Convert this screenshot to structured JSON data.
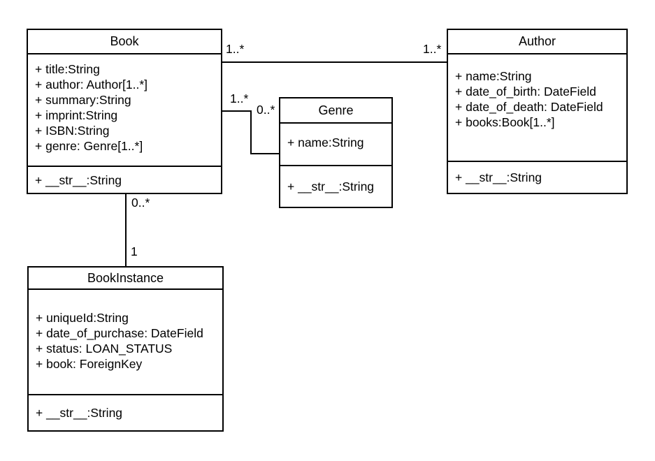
{
  "diagram": {
    "background_color": "#ffffff",
    "line_color": "#000000",
    "text_color": "#000000",
    "classes": [
      {
        "name": "Book",
        "attributes": [
          "+ title:String",
          "+ author: Author[1..*]",
          "+ summary:String",
          "+ imprint:String",
          "+ ISBN:String",
          "+ genre: Genre[1..*]"
        ],
        "methods": [
          "+ __str__:String"
        ]
      },
      {
        "name": "Author",
        "attributes": [
          "+ name:String",
          "+ date_of_birth: DateField",
          "+ date_of_death: DateField",
          "+ books:Book[1..*]"
        ],
        "methods": [
          "+ __str__:String"
        ]
      },
      {
        "name": "Genre",
        "attributes": [
          "+ name:String"
        ],
        "methods": [
          "+ __str__:String"
        ]
      },
      {
        "name": "BookInstance",
        "attributes": [
          "+ uniqueId:String",
          "+ date_of_purchase: DateField",
          "+ status: LOAN_STATUS",
          "+ book: ForeignKey"
        ],
        "methods": [
          "+ __str__:String"
        ]
      }
    ],
    "relationships": [
      {
        "from": "Book",
        "to": "Author",
        "from_label": "1..*",
        "to_label": "1..*"
      },
      {
        "from": "Book",
        "to": "Genre",
        "from_label": "1..*",
        "to_label": "0..*"
      },
      {
        "from": "Book",
        "to": "BookInstance",
        "from_label": "0..*",
        "to_label": "1"
      }
    ]
  }
}
